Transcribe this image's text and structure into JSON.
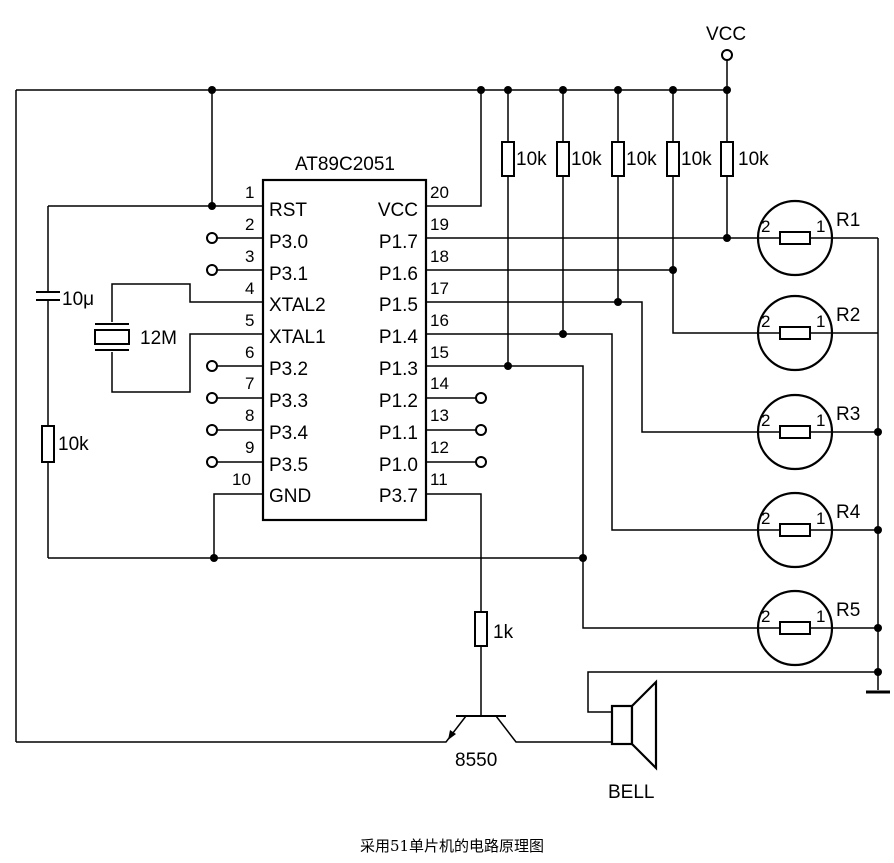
{
  "caption": "采用51单片机的电路原理图",
  "chip": {
    "name": "AT89C2051",
    "left_pins": [
      {
        "num": "1",
        "name": "RST"
      },
      {
        "num": "2",
        "name": "P3.0"
      },
      {
        "num": "3",
        "name": "P3.1"
      },
      {
        "num": "4",
        "name": "XTAL2"
      },
      {
        "num": "5",
        "name": "XTAL1"
      },
      {
        "num": "6",
        "name": "P3.2"
      },
      {
        "num": "7",
        "name": "P3.3"
      },
      {
        "num": "8",
        "name": "P3.4"
      },
      {
        "num": "9",
        "name": "P3.5"
      },
      {
        "num": "10",
        "name": "GND"
      }
    ],
    "right_pins": [
      {
        "num": "20",
        "name": "VCC"
      },
      {
        "num": "19",
        "name": "P1.7"
      },
      {
        "num": "18",
        "name": "P1.6"
      },
      {
        "num": "17",
        "name": "P1.5"
      },
      {
        "num": "16",
        "name": "P1.4"
      },
      {
        "num": "15",
        "name": "P1.3"
      },
      {
        "num": "14",
        "name": "P1.2"
      },
      {
        "num": "13",
        "name": "P1.1"
      },
      {
        "num": "12",
        "name": "P1.0"
      },
      {
        "num": "11",
        "name": "P3.7"
      }
    ]
  },
  "vcc": "VCC",
  "pullups": [
    "10k",
    "10k",
    "10k",
    "10k",
    "10k"
  ],
  "cap": "10μ",
  "reset_res": "10k",
  "crystal": "12M",
  "base_res": "1k",
  "transistor": "8550",
  "bell": "BELL",
  "sensors": [
    {
      "label": "R1",
      "pin1": "1",
      "pin2": "2"
    },
    {
      "label": "R2",
      "pin1": "1",
      "pin2": "2"
    },
    {
      "label": "R3",
      "pin1": "1",
      "pin2": "2"
    },
    {
      "label": "R4",
      "pin1": "1",
      "pin2": "2"
    },
    {
      "label": "R5",
      "pin1": "1",
      "pin2": "2"
    }
  ]
}
